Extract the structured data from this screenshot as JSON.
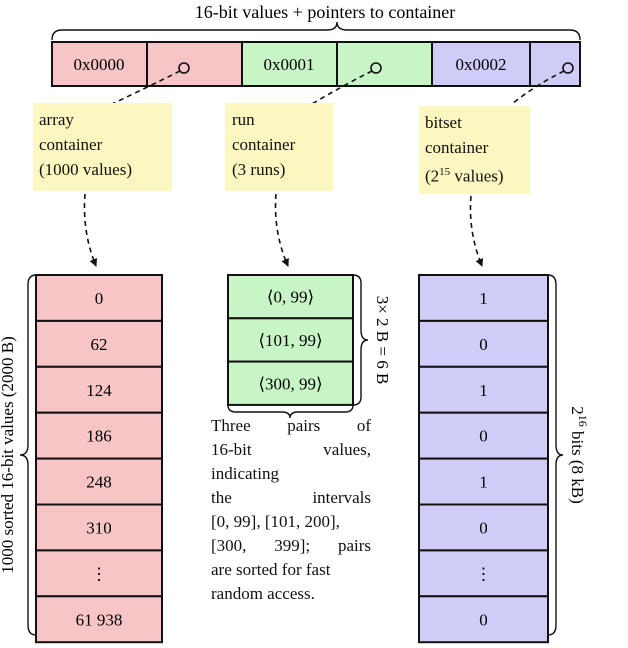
{
  "title": "16-bit values + pointers to container",
  "colors": {
    "array": "#f7c5c5",
    "run": "#c8f5c5",
    "bitset": "#cfcdf8",
    "label_bg": "#fcf6c0",
    "stroke": "#111111"
  },
  "keys": [
    "0x0000",
    "0x0001",
    "0x0002"
  ],
  "labels": {
    "array": [
      "array",
      "container",
      "(1000 values)"
    ],
    "run": [
      "run",
      "container",
      "(3 runs)"
    ],
    "bitset_line1": "bitset",
    "bitset_line2": "container",
    "bitset_line3_pre": "(2",
    "bitset_line3_sup": "15",
    "bitset_line3_post": " values)"
  },
  "array_cells": [
    "0",
    "62",
    "124",
    "186",
    "248",
    "310",
    "⋮",
    "61 938"
  ],
  "array_brace_label": "1000 sorted 16-bit values (2000 B)",
  "run_cells": [
    "⟨0, 99⟩",
    "⟨101, 99⟩",
    "⟨300, 99⟩"
  ],
  "run_size_label": "3× 2 B = 6 B",
  "run_note": [
    "Three pairs of",
    "16-bit values,",
    "indicating",
    "the intervals",
    "[0, 99], [101, 200],",
    "[300, 399]; pairs",
    "are sorted for fast",
    "random access."
  ],
  "bitset_cells": [
    "1",
    "0",
    "1",
    "0",
    "1",
    "0",
    "⋮",
    "0"
  ],
  "bitset_brace_base": "2",
  "bitset_brace_sup": "16",
  "bitset_brace_rest": " bits (8 kB)"
}
